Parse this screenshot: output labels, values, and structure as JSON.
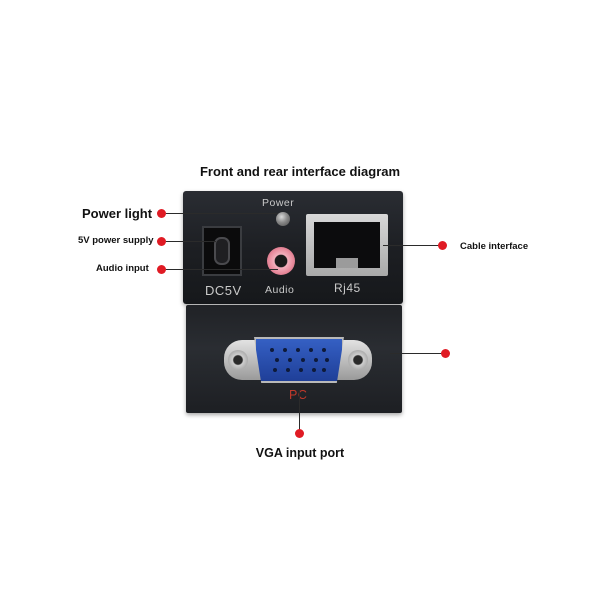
{
  "title": "Front and rear interface diagram",
  "callouts": {
    "power_light": "Power  light",
    "power_supply": "5V power supply",
    "audio_input": "Audio input",
    "cable_interface": "Cable interface",
    "vga_input_port": "VGA input port"
  },
  "device_labels": {
    "power": "Power",
    "dc5v": "DC5V",
    "audio": "Audio",
    "rj45": "Rj45",
    "pc": "PC"
  },
  "colors": {
    "accent_dot": "#e01b24",
    "device_body": "#1e2024",
    "vga_blue": "#2a4fb0",
    "audio_pink": "#e7899b"
  }
}
